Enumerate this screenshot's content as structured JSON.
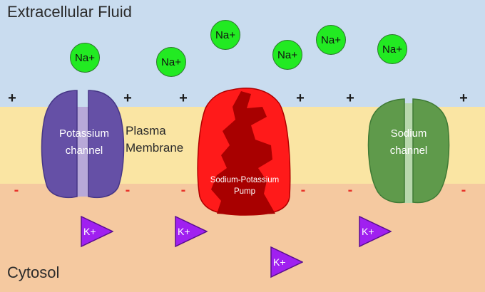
{
  "regions": {
    "extracellular": "Extracellular Fluid",
    "cytosol": "Cytosol",
    "membrane_line1": "Plasma",
    "membrane_line2": "Membrane"
  },
  "proteins": {
    "potassium_channel": {
      "line1": "Potassium",
      "line2": "channel",
      "color": "#6550a6"
    },
    "sodium_channel": {
      "line1": "Sodium",
      "line2": "channel",
      "color": "#5f9a4b"
    },
    "pump": {
      "line1": "Sodium-Potassium",
      "line2": "Pump",
      "color": "#ff1a1a",
      "inner_color": "#a80000"
    }
  },
  "ions": {
    "sodium_label": "Na+",
    "potassium_label": "K+",
    "sodium_color": "#22ea22",
    "potassium_color": "#a020f0"
  },
  "charges": {
    "outside": "+",
    "inside": "-",
    "inside_color": "#e8332a"
  }
}
